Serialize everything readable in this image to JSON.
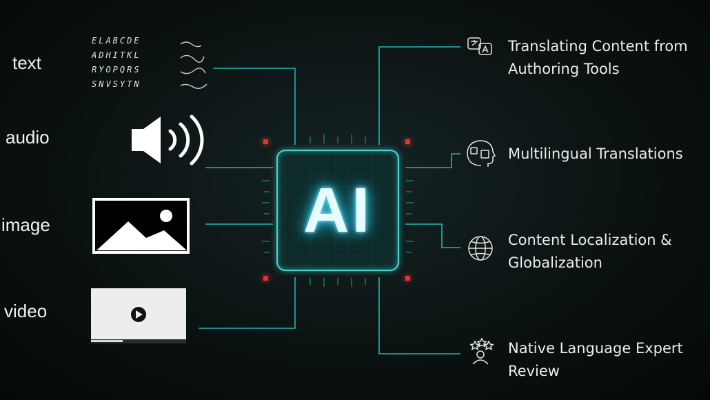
{
  "inputs": [
    {
      "label": "text"
    },
    {
      "label": "audio"
    },
    {
      "label": "image"
    },
    {
      "label": "video"
    }
  ],
  "text_sample_rows": [
    "ELABCDE",
    "ADHITKL",
    "RYOPQRS",
    "SNVSYTN"
  ],
  "core": {
    "label": "AI"
  },
  "outputs": [
    {
      "icon": "translate-icon",
      "lines": [
        "Translating Content from",
        "Authoring Tools"
      ]
    },
    {
      "icon": "multilingual-head-icon",
      "lines": [
        "Multilingual Translations"
      ]
    },
    {
      "icon": "globe-icon",
      "lines": [
        "Content Localization &",
        "Globalization"
      ]
    },
    {
      "icon": "expert-stars-icon",
      "lines": [
        "Native Language Expert",
        "Review"
      ]
    }
  ],
  "colors": {
    "connector": "#1fb5b2",
    "chip_border": "#3fd3cf",
    "ai_glow": "#34c9e6",
    "corner_marker": "#e0362c"
  }
}
